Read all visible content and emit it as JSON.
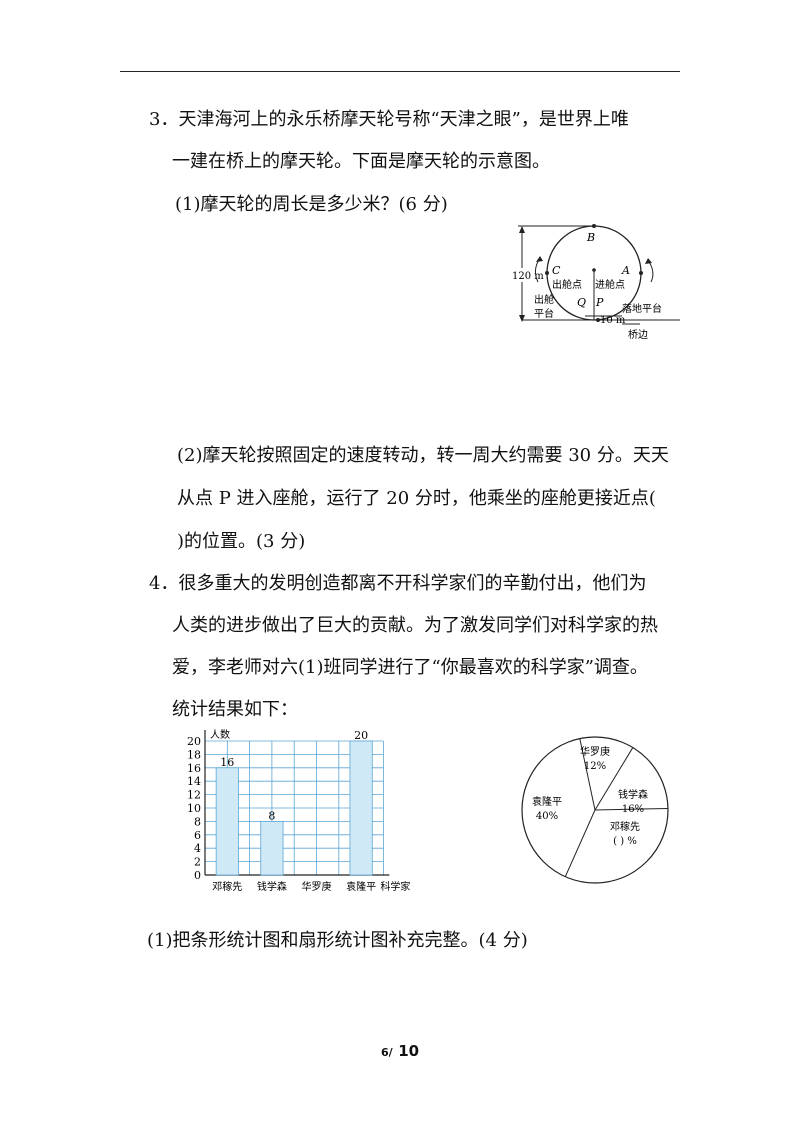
{
  "q3": {
    "line1": "3．天津海河上的永乐桥摩天轮号称“天津之眼”，是世界上唯",
    "line2": "一建在桥上的摩天轮。下面是摩天轮的示意图。",
    "sub1": "(1)摩天轮的周长是多少米？(6 分)",
    "sub2_line1": "(2)摩天轮按照固定的速度转动，转一周大约需要 30 分。天天",
    "sub2_line2": "从点 P 进入座舱，运行了 20 分时，他乘坐的座舱更接近点(",
    "sub2_line3": ")的位置。(3 分)"
  },
  "wheel": {
    "points": {
      "A": "A",
      "B": "B",
      "C": "C",
      "P": "P",
      "Q": "Q"
    },
    "height_label": "120 m",
    "exit_label": "出舱点",
    "enter_label": "进舱点",
    "exit_platform": [
      "出舱",
      "平台"
    ],
    "landing_platform": "落地平台",
    "offset_label": "10 m",
    "bridge_label": "桥边"
  },
  "q4": {
    "line1": "4．很多重大的发明创造都离不开科学家们的辛勤付出，他们为",
    "line2": "人类的进步做出了巨大的贡献。为了激发同学们对科学家的热",
    "line3": "爱，李老师对六(1)班同学进行了“你最喜欢的科学家”调查。",
    "line4": "统计结果如下：",
    "sub1": "(1)把条形统计图和扇形统计图补充完整。(4 分)"
  },
  "chart_data": [
    {
      "type": "bar",
      "ylabel": "人数",
      "xlabel": "科学家",
      "categories": [
        "邓稼先",
        "钱学森",
        "华罗庚",
        "袁隆平"
      ],
      "values": [
        16,
        8,
        null,
        20
      ],
      "data_labels": [
        "16",
        "8",
        "",
        "20"
      ],
      "ylim": [
        0,
        20
      ],
      "yticks": [
        "0",
        "2",
        "4",
        "6",
        "8",
        "10",
        "12",
        "14",
        "16",
        "18",
        "20"
      ],
      "grid": true,
      "bar_color": "#cfe9f7"
    },
    {
      "type": "pie",
      "labels": [
        "华罗庚",
        "钱学森",
        "邓稼先",
        "袁隆平"
      ],
      "values": [
        12,
        16,
        null,
        40
      ],
      "value_labels": [
        "12%",
        "16%",
        "(    ) %",
        "40%"
      ]
    }
  ],
  "footer": {
    "current": "6/",
    "total": "10"
  }
}
